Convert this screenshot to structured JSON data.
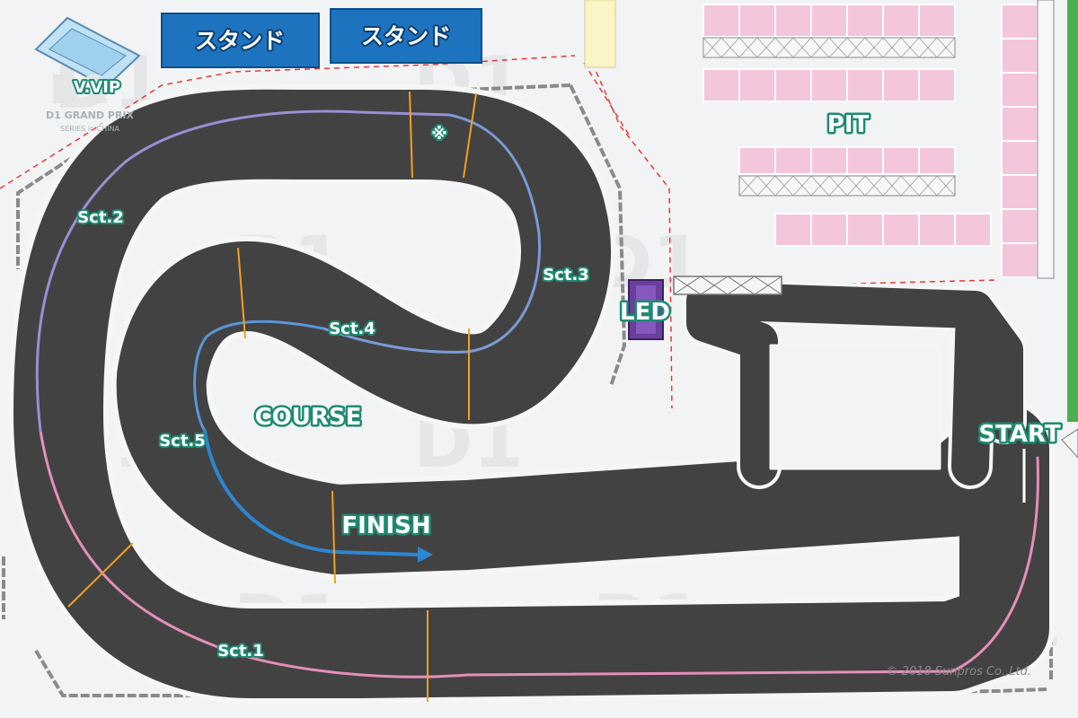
{
  "stands": [
    {
      "label": "スタンド"
    },
    {
      "label": "スタンド"
    }
  ],
  "areas": {
    "vvip": "V.VIP",
    "pit": "PIT",
    "led": "LED",
    "course": "COURSE",
    "start": "START",
    "finish": "FINISH"
  },
  "sectors": [
    "Sct.1",
    "Sct.2",
    "Sct.3",
    "Sct.4",
    "Sct.5"
  ],
  "note_mark": "※",
  "watermark": {
    "logo": "D1",
    "name": "D1 GRAND PRIX",
    "sub": "SERIES in CHINA"
  },
  "copyright": "© 2018 Sunpros Co.,Ltd.",
  "colors": {
    "track": "#424242",
    "stand": "#1e73be",
    "pit": "#f4c6dc",
    "led": "#6a3f9c",
    "label_outline": "#1f8a73",
    "racing_line_start": "#e58fb9",
    "racing_line_mid": "#8e86d1",
    "racing_line_end": "#2d86d1",
    "sector_marker": "#f0a020",
    "barrier": "#777777",
    "boundary": "#e53935"
  }
}
